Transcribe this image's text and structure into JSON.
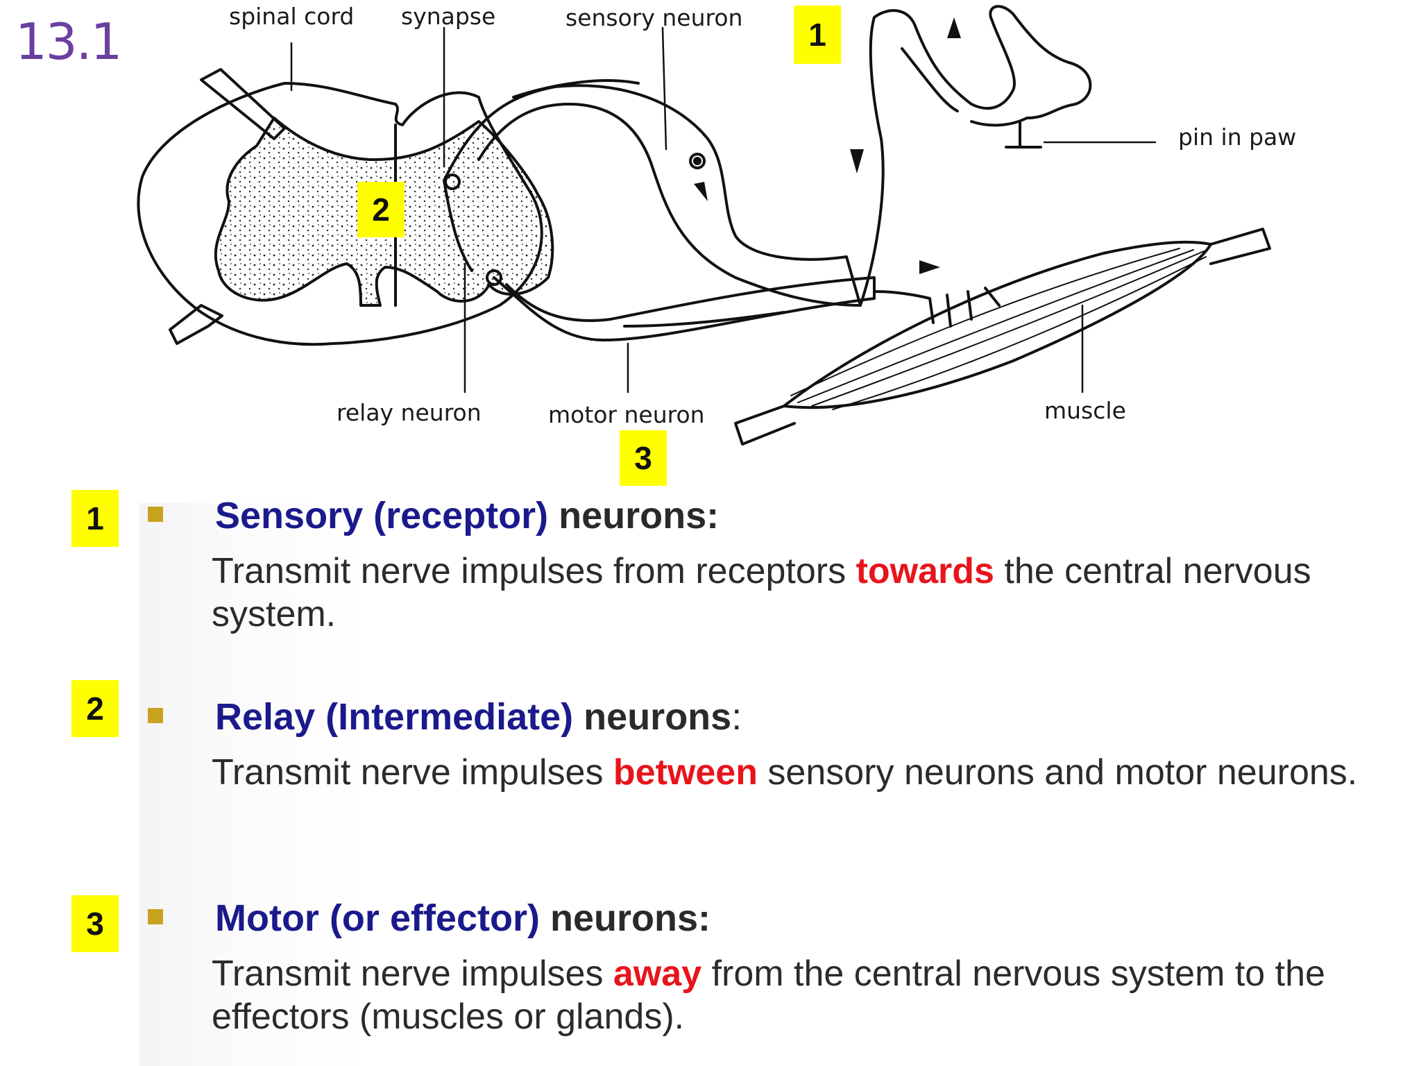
{
  "slide_number": "13.1",
  "diagram": {
    "labels": {
      "spinal_cord": "spinal cord",
      "synapse": "synapse",
      "sensory_neuron": "sensory neuron",
      "pin_in_paw": "pin in paw",
      "relay_neuron": "relay neuron",
      "motor_neuron": "motor neuron",
      "muscle": "muscle"
    },
    "markers": [
      "1",
      "2",
      "3"
    ]
  },
  "items": [
    {
      "number": "1",
      "term": "Sensory (receptor)",
      "rest": " neurons:",
      "desc_before": "Transmit nerve impulses from receptors ",
      "desc_highlight": "towards",
      "desc_after": " the central nervous system."
    },
    {
      "number": "2",
      "term": "Relay (Intermediate)",
      "rest": " neurons",
      "rest_tail": ":",
      "desc_before": "Transmit nerve impulses ",
      "desc_highlight": "between",
      "desc_after": " sensory neurons and motor neurons."
    },
    {
      "number": "3",
      "term": "Motor (or effector)",
      "rest": " neurons:",
      "desc_before": "Transmit nerve impulses ",
      "desc_highlight": "away",
      "desc_after": " from the central nervous system to the effectors (muscles or glands)."
    }
  ],
  "colors": {
    "badge": "#ffff00",
    "term": "#1a1a8c",
    "highlight": "#e8141c",
    "bullet": "#c9a21f",
    "slide_number": "#6a3fa0"
  }
}
